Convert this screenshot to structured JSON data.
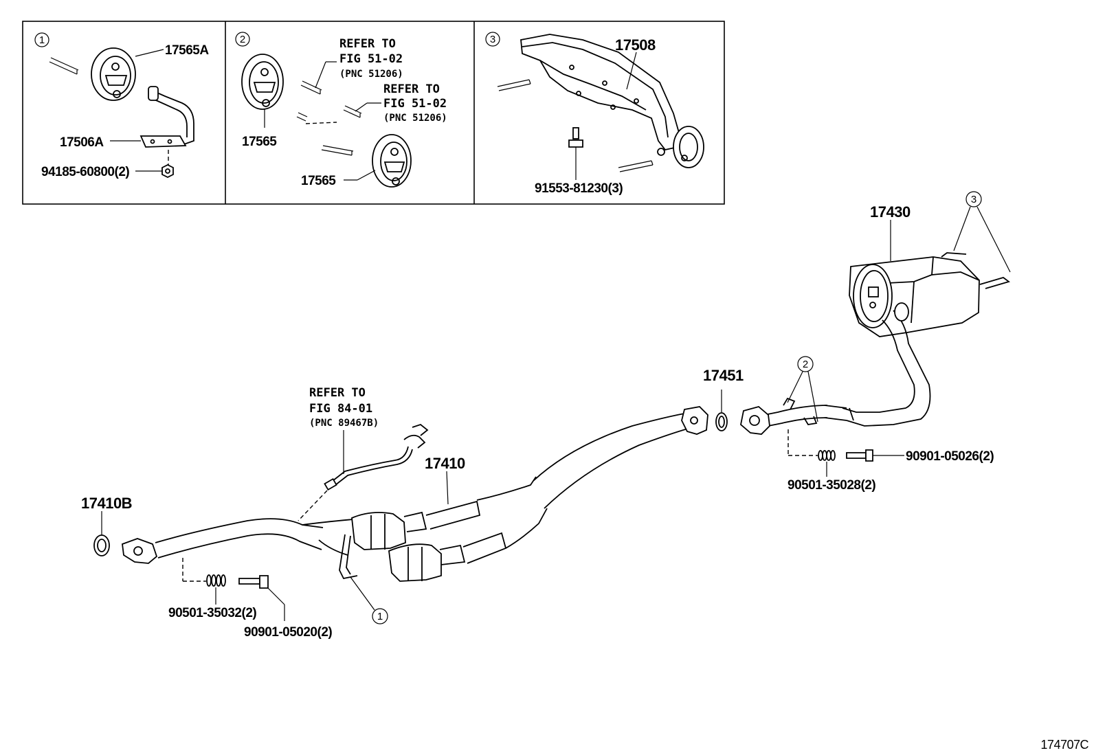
{
  "insets": {
    "inset1": {
      "marker": "1",
      "parts": {
        "insulator": "17565A",
        "bracket": "17506A",
        "nut": "94185-60800(2)"
      }
    },
    "inset2": {
      "marker": "2",
      "parts": {
        "insulator_top": "17565",
        "insulator_bottom": "17565"
      },
      "refer1": {
        "l1": "REFER TO",
        "l2": "FIG 51-02",
        "l3": "(PNC 51206)"
      },
      "refer2": {
        "l1": "REFER TO",
        "l2": "FIG 51-02",
        "l3": "(PNC 51206)"
      }
    },
    "inset3": {
      "marker": "3",
      "parts": {
        "bracket": "17508",
        "bolt": "91553-81230(3)"
      }
    }
  },
  "main": {
    "muffler": "17430",
    "gasket_mid": "17451",
    "front_pipe": "17410",
    "gasket_front": "17410B",
    "spring_rear": "90501-35028(2)",
    "bolt_rear": "90901-05026(2)",
    "spring_front": "90501-35032(2)",
    "bolt_front": "90901-05020(2)",
    "sensor_refer": {
      "l1": "REFER TO",
      "l2": "FIG 84-01",
      "l3": "(PNC 89467B)"
    },
    "callout_1": "1",
    "callout_2": "2",
    "callout_3": "3"
  },
  "figure_id": "174707C"
}
